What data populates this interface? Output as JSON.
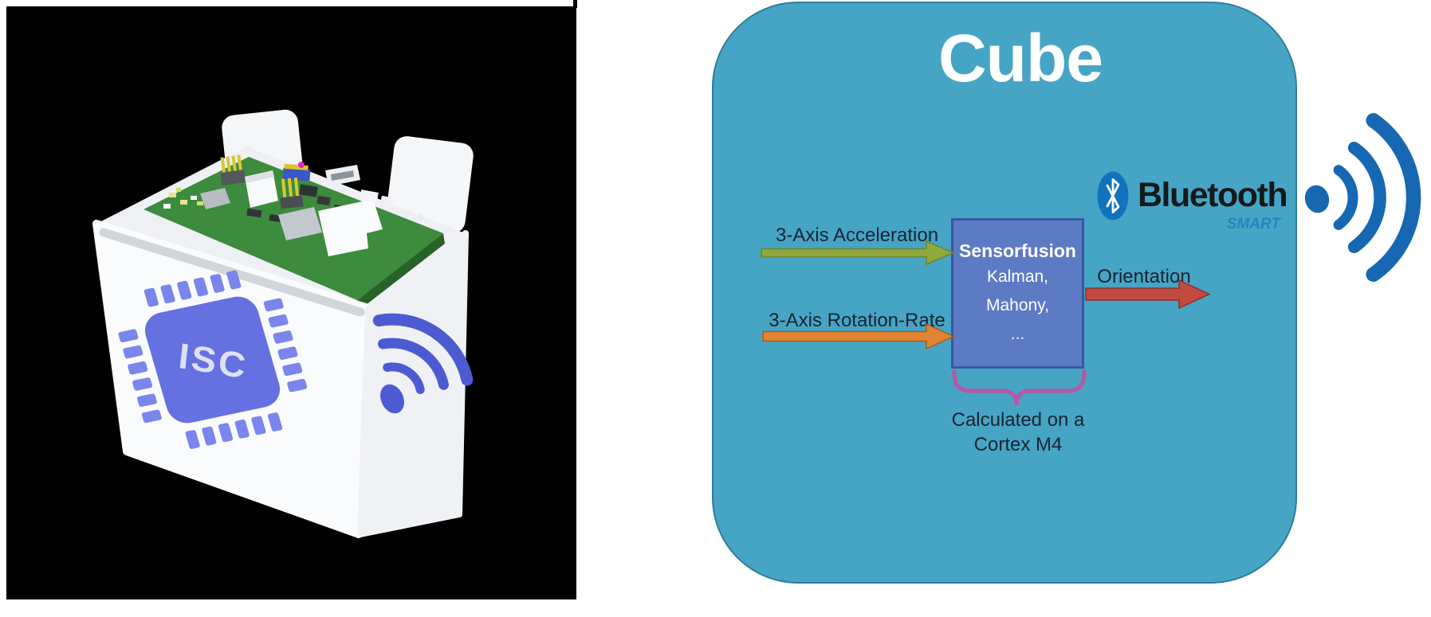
{
  "left_panel": {
    "description": "3d-render-of-white-sensor-cube-on-black",
    "device_label": "ISC"
  },
  "diagram": {
    "title": "Cube",
    "inputs": [
      {
        "label": "3-Axis Acceleration"
      },
      {
        "label": "3-Axis Rotation-Rate"
      }
    ],
    "process": {
      "title": "Sensorfusion",
      "lines": [
        "Kalman,",
        "Mahony,",
        "..."
      ]
    },
    "output": {
      "label": "Orientation"
    },
    "note": {
      "line1": "Calculated on a",
      "line2": "Cortex M4"
    },
    "bluetooth": {
      "brand": "Bluetooth",
      "sub": "SMART"
    }
  },
  "colors": {
    "panel_black": "#000000",
    "container_teal": "#46a5c5",
    "process_blue": "#5d7ac4",
    "arrow_green": "#8fa93d",
    "arrow_orange": "#e08434",
    "arrow_red": "#c24a41",
    "brace_magenta": "#b15aa8",
    "bluetooth_blue": "#1272bc",
    "chip_blue": "#6571e1",
    "pcb_green": "#3d8b3d",
    "text_dark": "#182330"
  }
}
